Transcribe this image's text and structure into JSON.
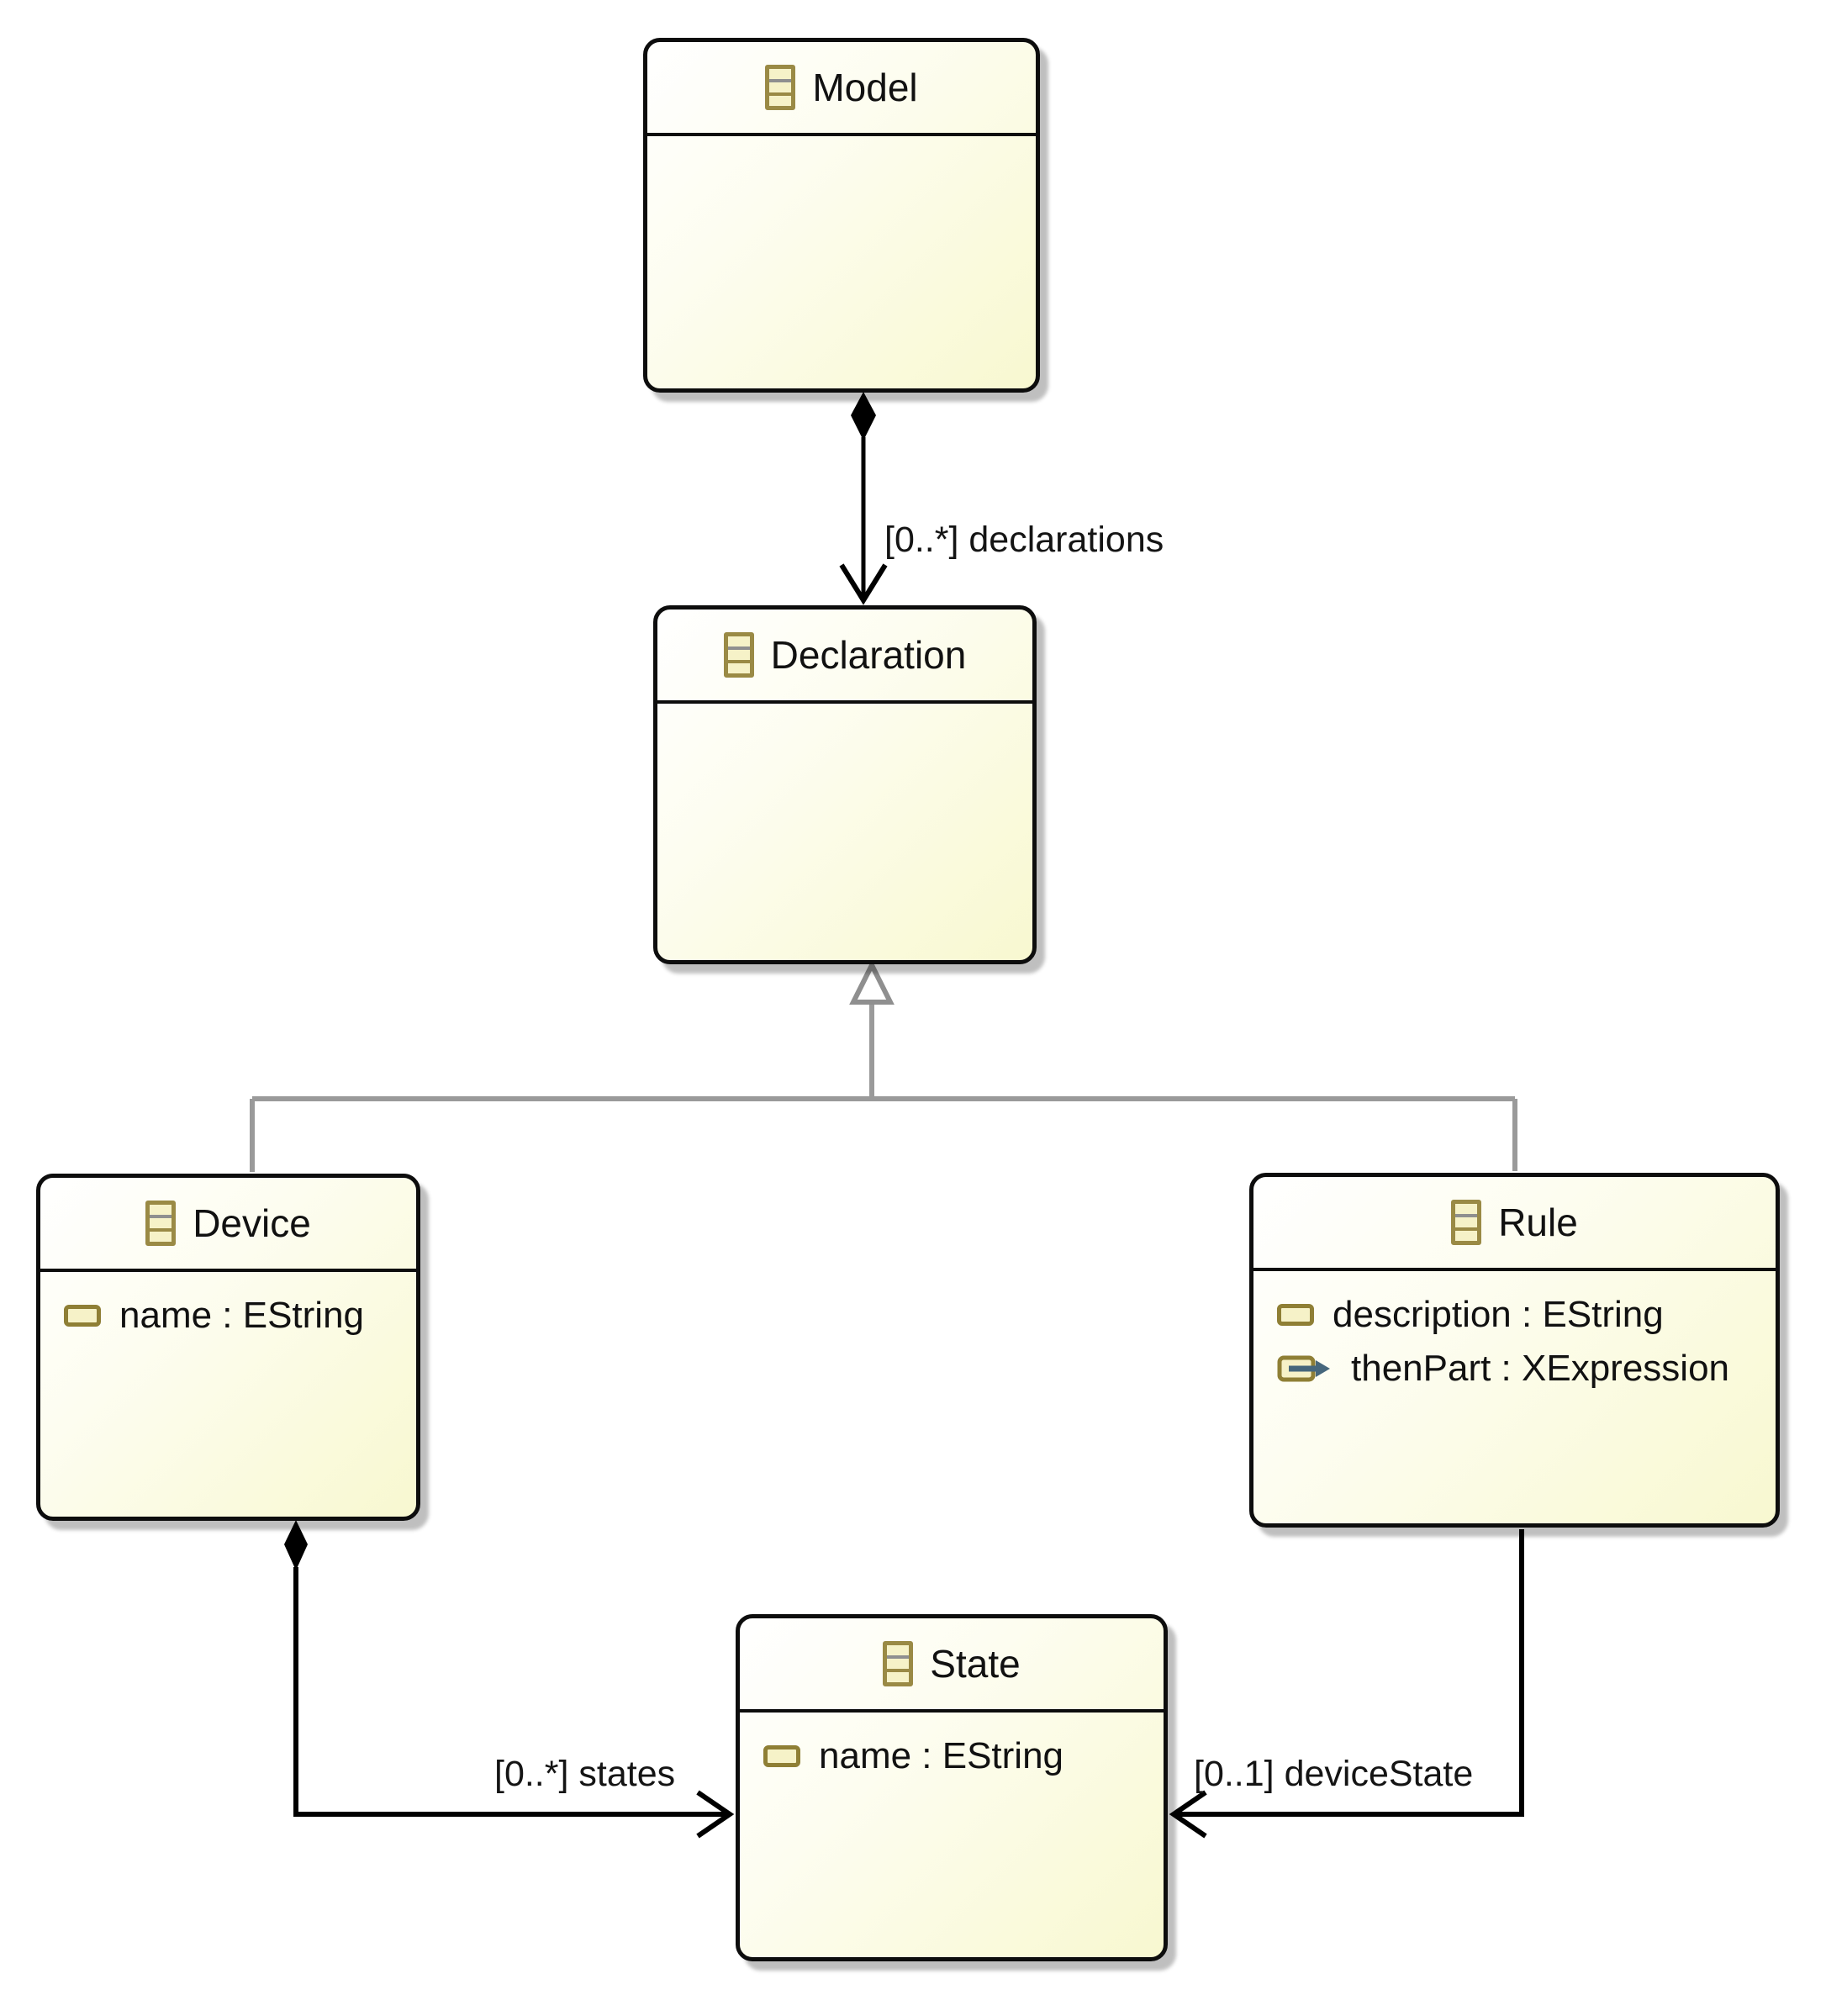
{
  "classes": [
    {
      "name": "Model",
      "attributes": []
    },
    {
      "name": "Declaration",
      "attributes": []
    },
    {
      "name": "Device",
      "attributes": [
        {
          "label": "name : EString",
          "kind": "attribute"
        }
      ]
    },
    {
      "name": "Rule",
      "attributes": [
        {
          "label": "description : EString",
          "kind": "attribute"
        },
        {
          "label": "thenPart : XExpression",
          "kind": "reference"
        }
      ]
    },
    {
      "name": "State",
      "attributes": [
        {
          "label": "name : EString",
          "kind": "attribute"
        }
      ]
    }
  ],
  "edges": [
    {
      "label": "[0..*] declarations",
      "type": "composition",
      "source": "Model",
      "target": "Declaration"
    },
    {
      "label": "[0..*] states",
      "type": "composition",
      "source": "Device",
      "target": "State"
    },
    {
      "label": "[0..1] deviceState",
      "type": "reference",
      "source": "Rule",
      "target": "State"
    },
    {
      "label": "",
      "type": "generalization",
      "source": "Device, Rule",
      "target": "Declaration"
    }
  ],
  "icons": {
    "class_icon": "eclass-icon",
    "attribute_icon": "eattribute-icon",
    "reference_icon": "ereference-icon"
  },
  "colors": {
    "node_fill_light": "#ffffff",
    "node_fill_yellow": "#f8f8d0",
    "node_border": "#0d0d0d",
    "edge_black": "#000000",
    "generalization_gray": "#9a9a9a",
    "icon_olive": "#9a8a45",
    "reference_arrow_blue": "#46677c",
    "shadow_gray": "#bfbfbf"
  }
}
